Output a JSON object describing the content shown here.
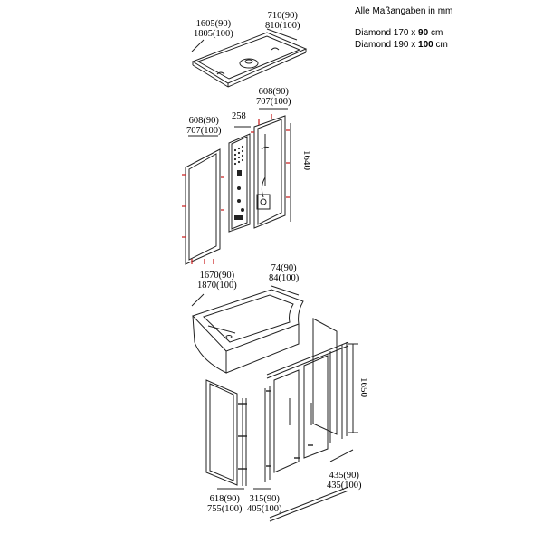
{
  "notes": {
    "title": "Alle Maßangaben in mm",
    "line1": {
      "text": "Diamond 170 x ",
      "bold": "90",
      "unit": " cm"
    },
    "line2": {
      "text": "Diamond 190 x ",
      "bold": "100",
      "unit": " cm"
    }
  },
  "dimensions": {
    "roof_length": [
      "1605(90)",
      "1805(100)"
    ],
    "roof_depth": [
      "710(90)",
      "810(100)"
    ],
    "panel_right_width": [
      "608(90)",
      "707(100)"
    ],
    "panel_left_width": [
      "608(90)",
      "707(100)"
    ],
    "column_width": "258",
    "panel_height": "1640",
    "tub_length": [
      "1670(90)",
      "1870(100)"
    ],
    "tub_depth": [
      "74(90)",
      "84(100)"
    ],
    "door_height": "1650",
    "door_width": [
      "435(90)",
      "435(100)"
    ],
    "side_width": [
      "618(90)",
      "755(100)"
    ],
    "side_inner": [
      "315(90)",
      "405(100)"
    ]
  },
  "colors": {
    "line": "#222222",
    "accent": "#cc2a2a"
  }
}
